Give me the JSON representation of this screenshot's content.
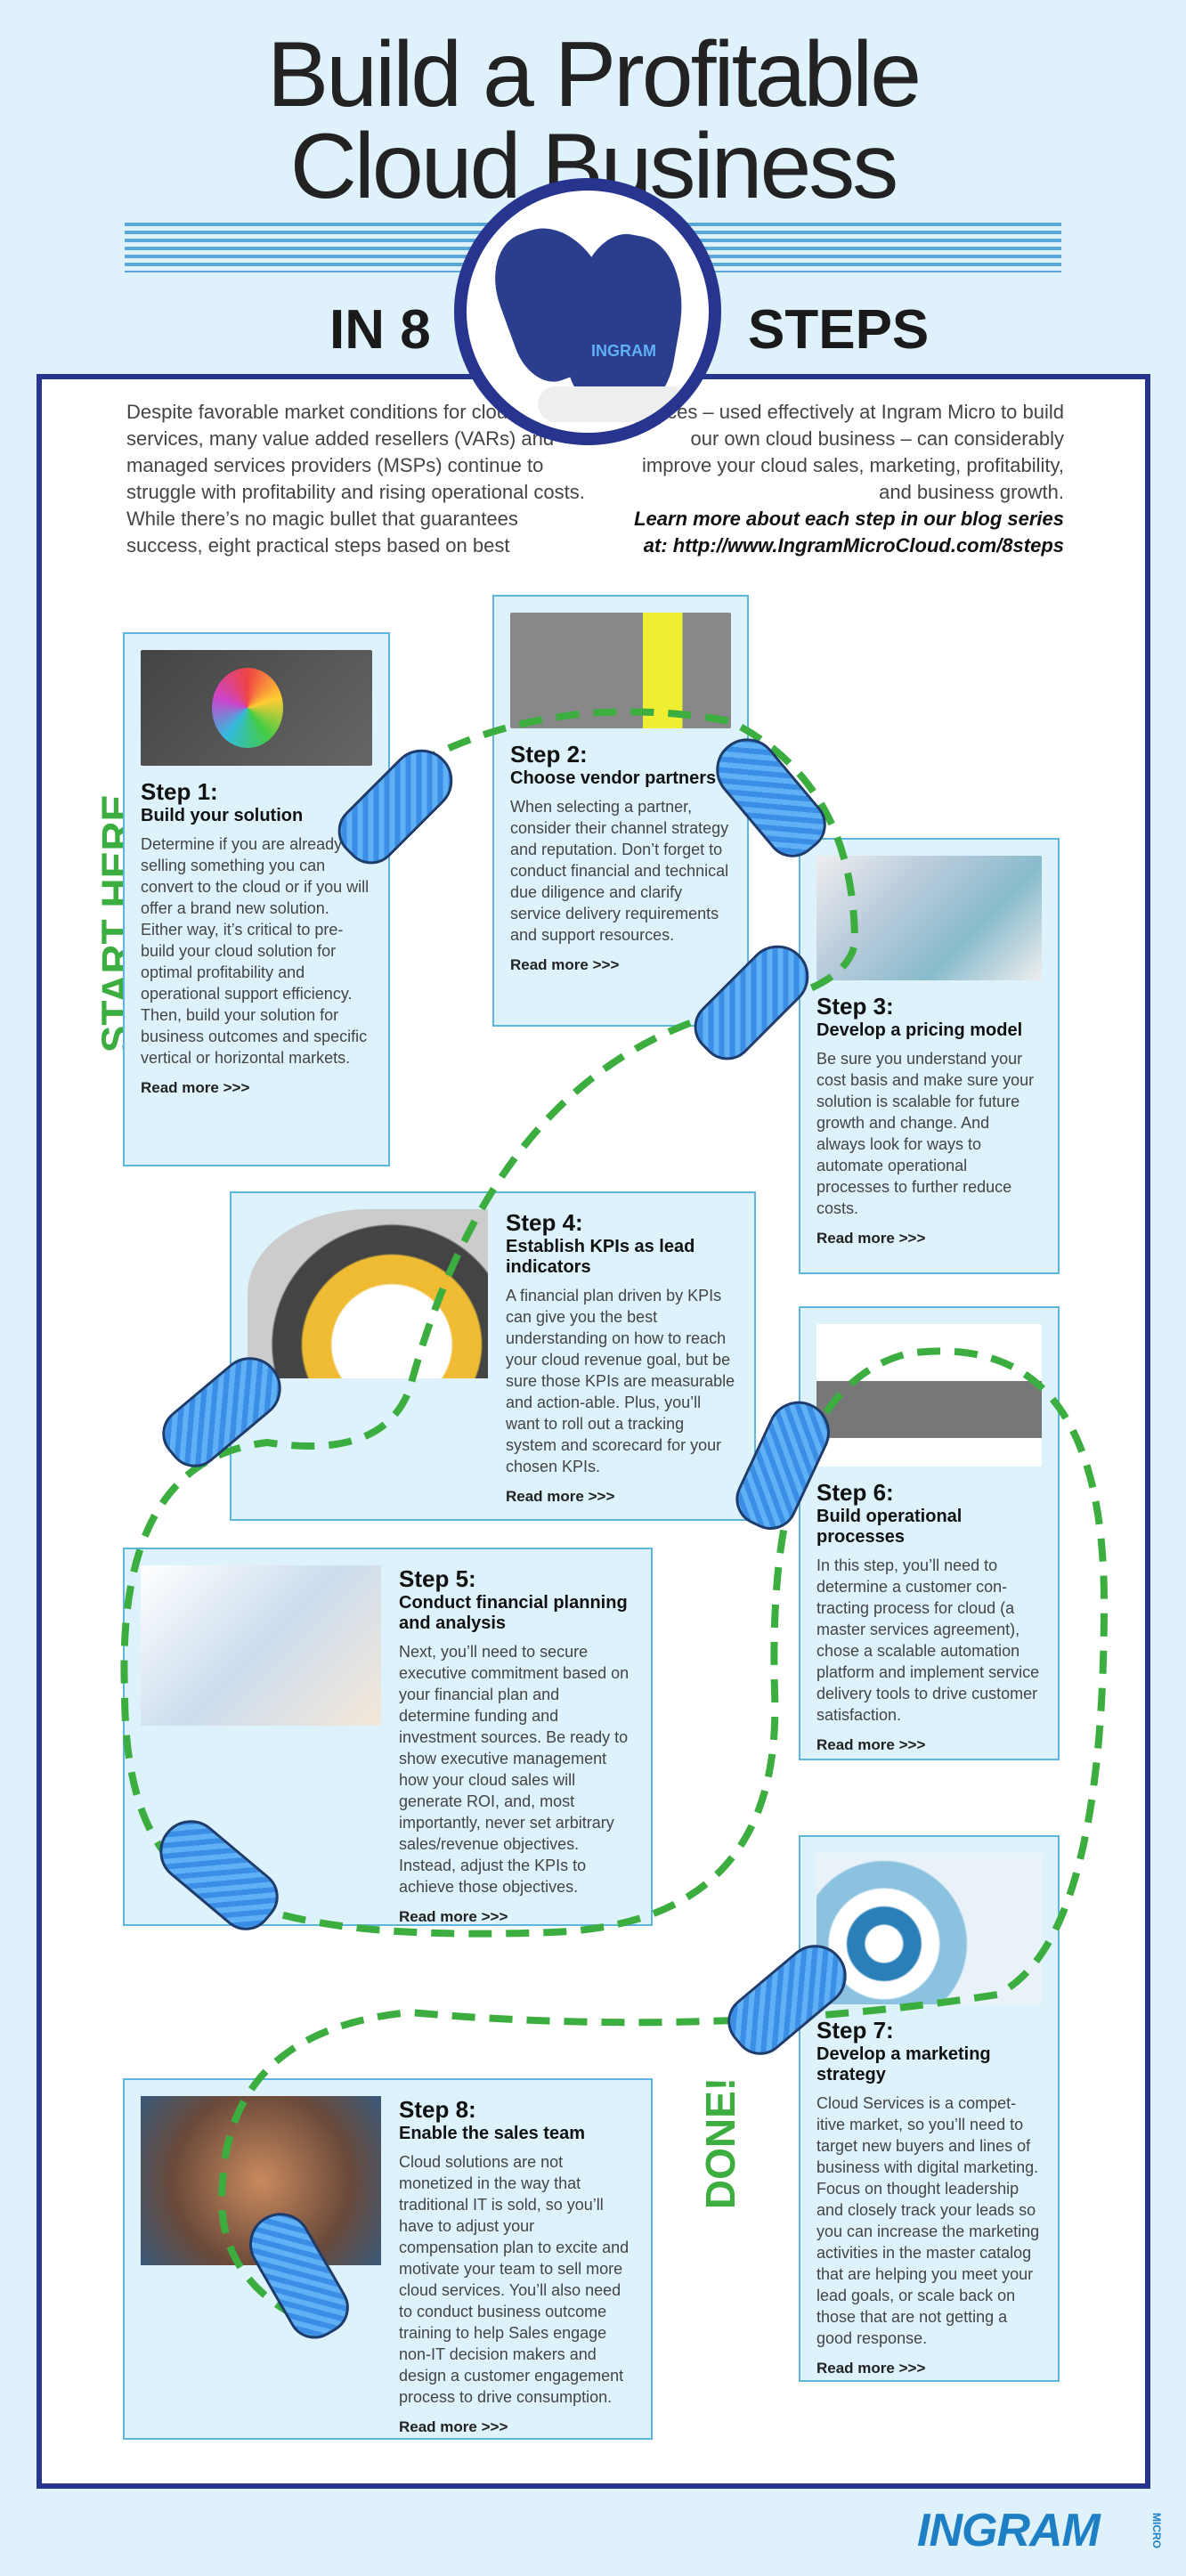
{
  "header": {
    "title_line1": "Build a Profitable",
    "title_line2": "Cloud Business",
    "in8": "IN 8",
    "steps": "STEPS",
    "shoe_logo": "INGRAM"
  },
  "intro": {
    "left": "Despite favorable market conditions for cloud services, many value added resellers (VARs) and managed services providers (MSPs) continue to struggle with profitability and rising operational costs. While there’s no magic bullet that guarantees success, eight practical steps based on best",
    "right": "practices – used effectively at Ingram Micro to build our own cloud business – can considerably improve your cloud sales, marketing, profitability, and business growth.",
    "link": "Learn more about each step in our blog series at: http://www.IngramMicroCloud.com/8steps"
  },
  "labels": {
    "start": "START HERE",
    "done": "DONE!"
  },
  "steps": [
    {
      "num": "Step 1:",
      "title": "Build your solution",
      "body": "Determine if you are already selling something you can convert to the cloud or if you will offer a brand new solution. Either way, it’s critical to pre-build your cloud solution for optimal profitability and operational support efficiency. Then, build your solution for business outcomes and specific vertical or horizontal markets.",
      "more": "Read more >>>"
    },
    {
      "num": "Step 2:",
      "title": "Choose vendor partners",
      "body": "When selecting a partner, consider their channel strategy and reputation. Don’t forget to conduct financial and technical due diligence and clarify service delivery requirements and support resources.",
      "more": "Read more >>>"
    },
    {
      "num": "Step 3:",
      "title": "Develop a pricing model",
      "body": "Be sure you understand your cost basis and make sure your solution is scalable for future growth and change. And always look for ways to automate operational processes to further reduce costs.",
      "more": "Read more >>>"
    },
    {
      "num": "Step 4:",
      "title": "Establish KPIs as lead indicators",
      "body": "A financial plan driven by KPIs can give you the best understanding on how to reach your cloud revenue goal, but be sure those KPIs are measurable and action-able. Plus, you’ll want to roll out a tracking system and scorecard for your chosen KPIs.",
      "more": "Read more >>>"
    },
    {
      "num": "Step 5:",
      "title": "Conduct financial planning and analysis",
      "body": "Next, you’ll need to secure executive commitment based on your financial plan and determine funding and investment sources. Be ready to show executive management how your cloud sales will generate ROI, and, most importantly, never set arbitrary sales/revenue objectives. Instead, adjust the KPIs to achieve those objectives.",
      "more": "Read more >>>"
    },
    {
      "num": "Step 6:",
      "title": "Build operational processes",
      "body": "In this step, you’ll need to determine a customer con-tracting process for cloud (a master services agreement), chose a scalable automation platform and implement service delivery tools to drive customer satisfaction.",
      "more": "Read more >>>"
    },
    {
      "num": "Step 7:",
      "title": "Develop a marketing strategy",
      "body": "Cloud Services is a compet-itive market, so you’ll need to target new buyers and lines of business with digital marketing. Focus on thought leadership and closely track your leads so you can increase the marketing activities in the master catalog that are helping you meet your lead goals, or scale back on those that are not getting a good response.",
      "more": "Read more >>>"
    },
    {
      "num": "Step 8:",
      "title": "Enable the sales team",
      "body": "Cloud solutions are not monetized in the way that traditional IT is sold, so you’ll have to adjust your compensation plan to excite and motivate your team to sell more cloud services. You’ll also need to conduct business outcome training to help Sales engage non-IT decision makers and design a customer engagement process to drive consumption.",
      "more": "Read more >>>"
    }
  ],
  "footer": {
    "logo": "INGRAM",
    "logo_sub": "MICRO"
  }
}
